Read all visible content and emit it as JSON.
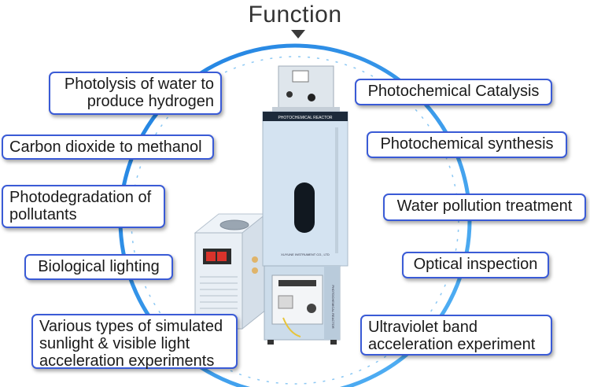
{
  "title": "Function",
  "functions_left": [
    {
      "line1": "Photolysis of water to",
      "line2": "produce hydrogen"
    },
    {
      "line1": "Carbon dioxide to methanol"
    },
    {
      "line1": "Photodegradation of",
      "line2": "pollutants"
    },
    {
      "line1": "Biological lighting"
    },
    {
      "line1": "Various types of simulated",
      "line2": "sunlight & visible light",
      "line3": "acceleration experiments"
    }
  ],
  "functions_right": [
    {
      "line1": "Photochemical Catalysis"
    },
    {
      "line1": "Photochemical synthesis"
    },
    {
      "line1": "Water pollution treatment"
    },
    {
      "line1": "Optical inspection"
    },
    {
      "line1": "Ultraviolet band",
      "line2": "acceleration experiment"
    }
  ],
  "device": {
    "cabinet_label": "PHOTOCHEMICAL REACTOR",
    "cabinet_sublabel": "XUYUNE INSTRUMENT CO., LTD",
    "side_label": "PHOTOCHEMICAL REACTOR"
  },
  "colors": {
    "ring": "#2a8fe8",
    "border": "#3a5bd6",
    "cabinet": "#d7e6f3"
  }
}
